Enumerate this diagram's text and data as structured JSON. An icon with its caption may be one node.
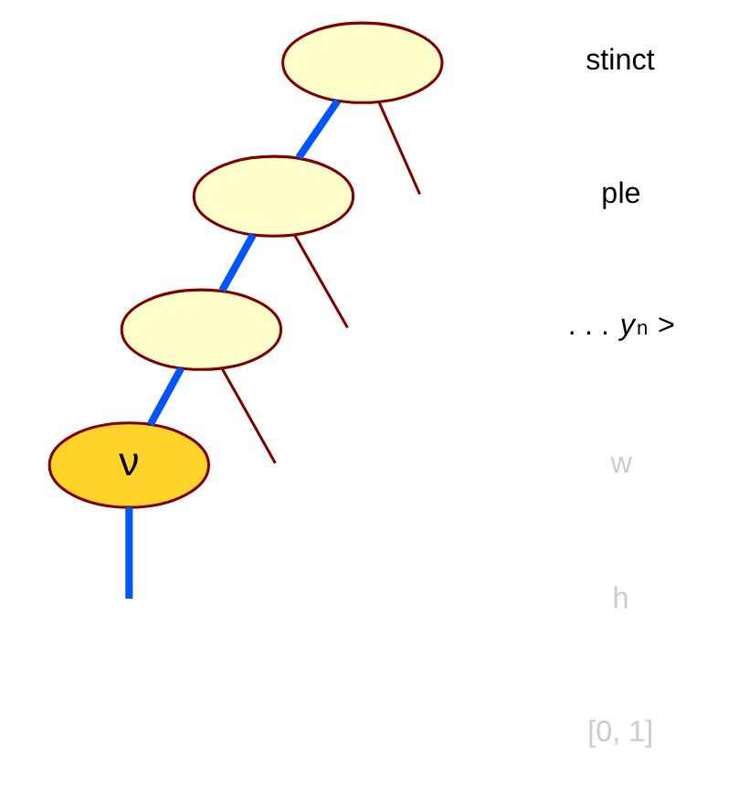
{
  "diagram": {
    "nodes": [
      {
        "text": [],
        "shape": "ellipse"
      },
      {
        "text": [],
        "shape": "ellipse"
      },
      {
        "text": [],
        "shape": "ellipse"
      },
      {
        "text": [
          "ν"
        ]
      }
    ],
    "edges": [
      {
        "from": 0,
        "to": null,
        "arrow": "none",
        "color": "#800000"
      },
      {
        "from": 0,
        "to": 1,
        "arrow": "none"
      },
      {
        "from": 1,
        "to": null,
        "arrow": "none",
        "color": "#800000"
      },
      {
        "from": 1,
        "to": 2,
        "arrow": "none"
      },
      {
        "from": 2,
        "to": null,
        "arrow": "none",
        "color": "#800000"
      },
      {
        "from": 2,
        "to": 3,
        "arrow": "none"
      },
      {
        "from": 3,
        "to": null,
        "arrow": "none"
      }
    ],
    "labels": [
      "stinct",
      "ple",
      ". . . *y*$_{n}$ >",
      "w",
      "h",
      "[0, 1]"
    ]
  }
}
